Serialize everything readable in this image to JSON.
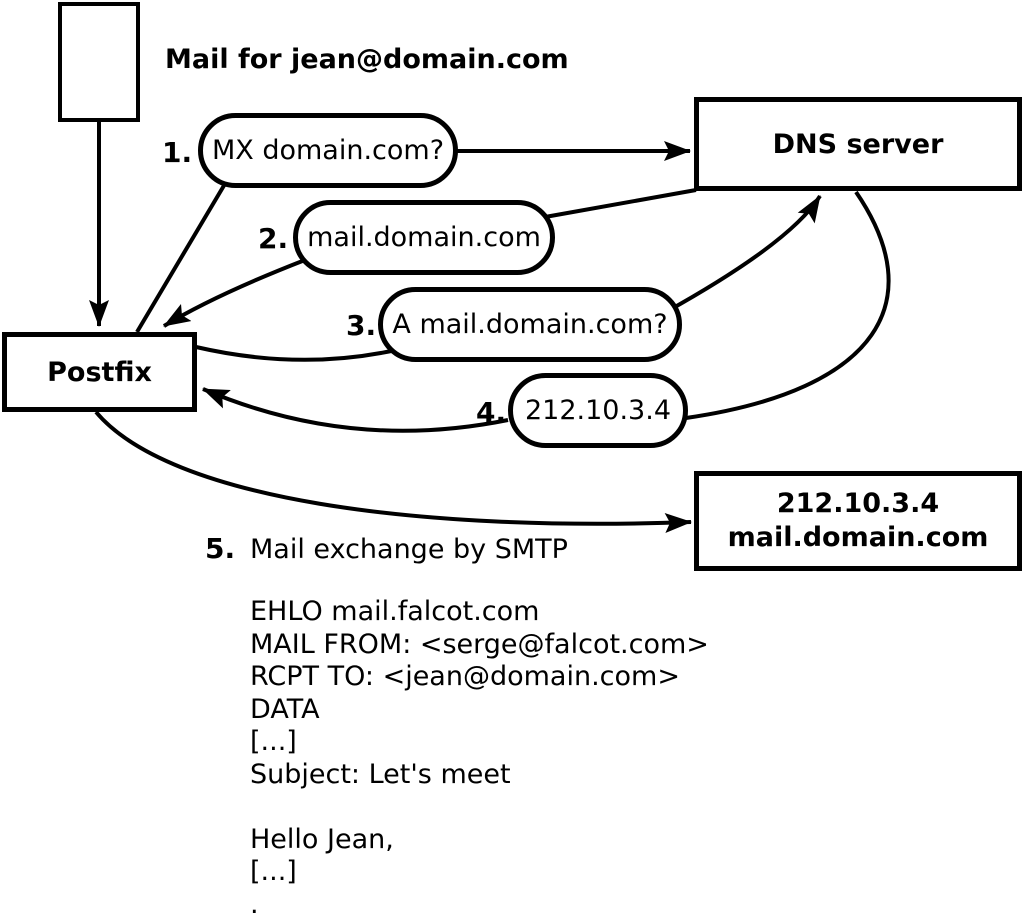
{
  "title": "Mail for jean@domain.com",
  "nodes": {
    "postfix": {
      "label": "Postfix"
    },
    "dns": {
      "label": "DNS server"
    },
    "mailserver": {
      "line1": "212.10.3.4",
      "line2": "mail.domain.com"
    }
  },
  "steps": [
    {
      "num": "1.",
      "label": "MX domain.com?"
    },
    {
      "num": "2.",
      "label": "mail.domain.com"
    },
    {
      "num": "3.",
      "label": "A mail.domain.com?"
    },
    {
      "num": "4.",
      "label": "212.10.3.4"
    },
    {
      "num": "5.",
      "label": "Mail exchange by SMTP"
    }
  ],
  "smtp_session": {
    "lines": [
      "EHLO mail.falcot.com",
      "MAIL FROM: <serge@falcot.com>",
      "RCPT TO: <jean@domain.com>",
      "DATA",
      "[...]",
      "Subject: Let's meet",
      "",
      "Hello Jean,",
      "[...]",
      "."
    ]
  },
  "colors": {
    "stroke": "#000000",
    "background": "#ffffff"
  }
}
